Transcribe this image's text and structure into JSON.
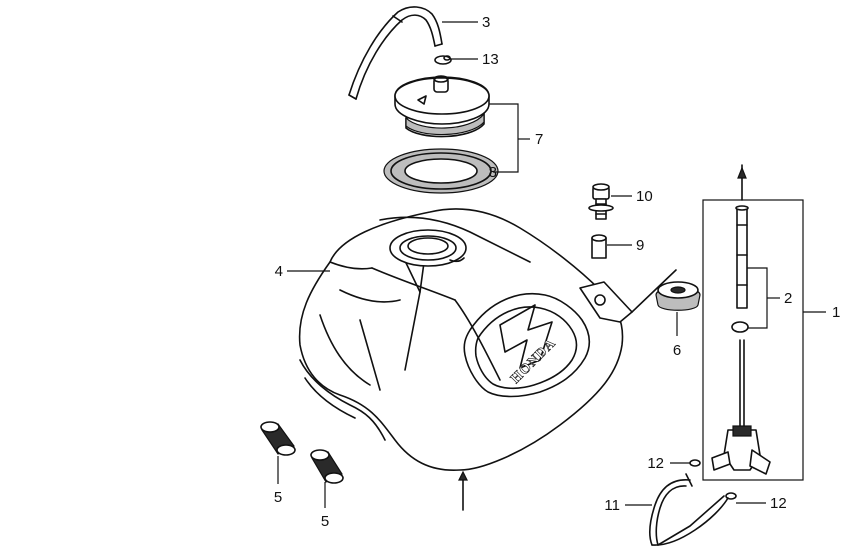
{
  "callouts": {
    "c1": "1",
    "c2": "2",
    "c3": "3",
    "c4": "4",
    "c5a": "5",
    "c5b": "5",
    "c6": "6",
    "c7": "7",
    "c8": "8",
    "c9": "9",
    "c10": "10",
    "c11": "11",
    "c12a": "12",
    "c12b": "12",
    "c13": "13"
  },
  "logo": {
    "brand": "HONDA"
  }
}
